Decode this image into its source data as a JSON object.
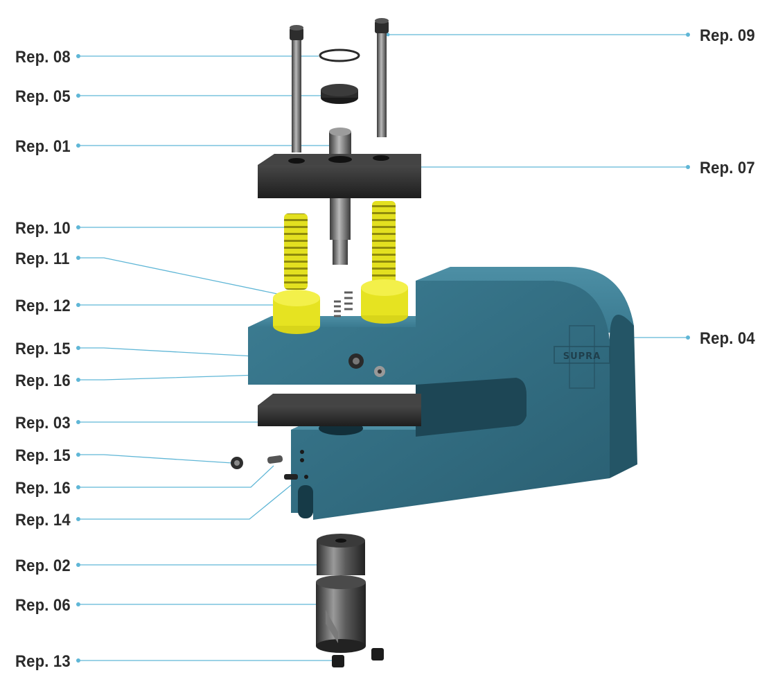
{
  "brand_stamp": "SUPRA",
  "colors": {
    "leader": "#5fb6d6",
    "frame": "#2f6a7e",
    "spring": "#e6e321",
    "metal": "#6e6e6e",
    "block": "#2a2a2a"
  },
  "callouts_left": [
    {
      "id": "rep08",
      "text": "Rep. 08"
    },
    {
      "id": "rep05",
      "text": "Rep. 05"
    },
    {
      "id": "rep01",
      "text": "Rep. 01"
    },
    {
      "id": "rep10",
      "text": "Rep. 10"
    },
    {
      "id": "rep11",
      "text": "Rep. 11"
    },
    {
      "id": "rep12",
      "text": "Rep. 12"
    },
    {
      "id": "rep15a",
      "text": "Rep. 15"
    },
    {
      "id": "rep16a",
      "text": "Rep. 16"
    },
    {
      "id": "rep03",
      "text": "Rep. 03"
    },
    {
      "id": "rep15b",
      "text": "Rep. 15"
    },
    {
      "id": "rep16b",
      "text": "Rep. 16"
    },
    {
      "id": "rep14",
      "text": "Rep. 14"
    },
    {
      "id": "rep02",
      "text": "Rep. 02"
    },
    {
      "id": "rep06",
      "text": "Rep. 06"
    },
    {
      "id": "rep13",
      "text": "Rep. 13"
    }
  ],
  "callouts_right": [
    {
      "id": "rep09",
      "text": "Rep. 09"
    },
    {
      "id": "rep07",
      "text": "Rep. 07"
    },
    {
      "id": "rep04",
      "text": "Rep. 04"
    }
  ]
}
